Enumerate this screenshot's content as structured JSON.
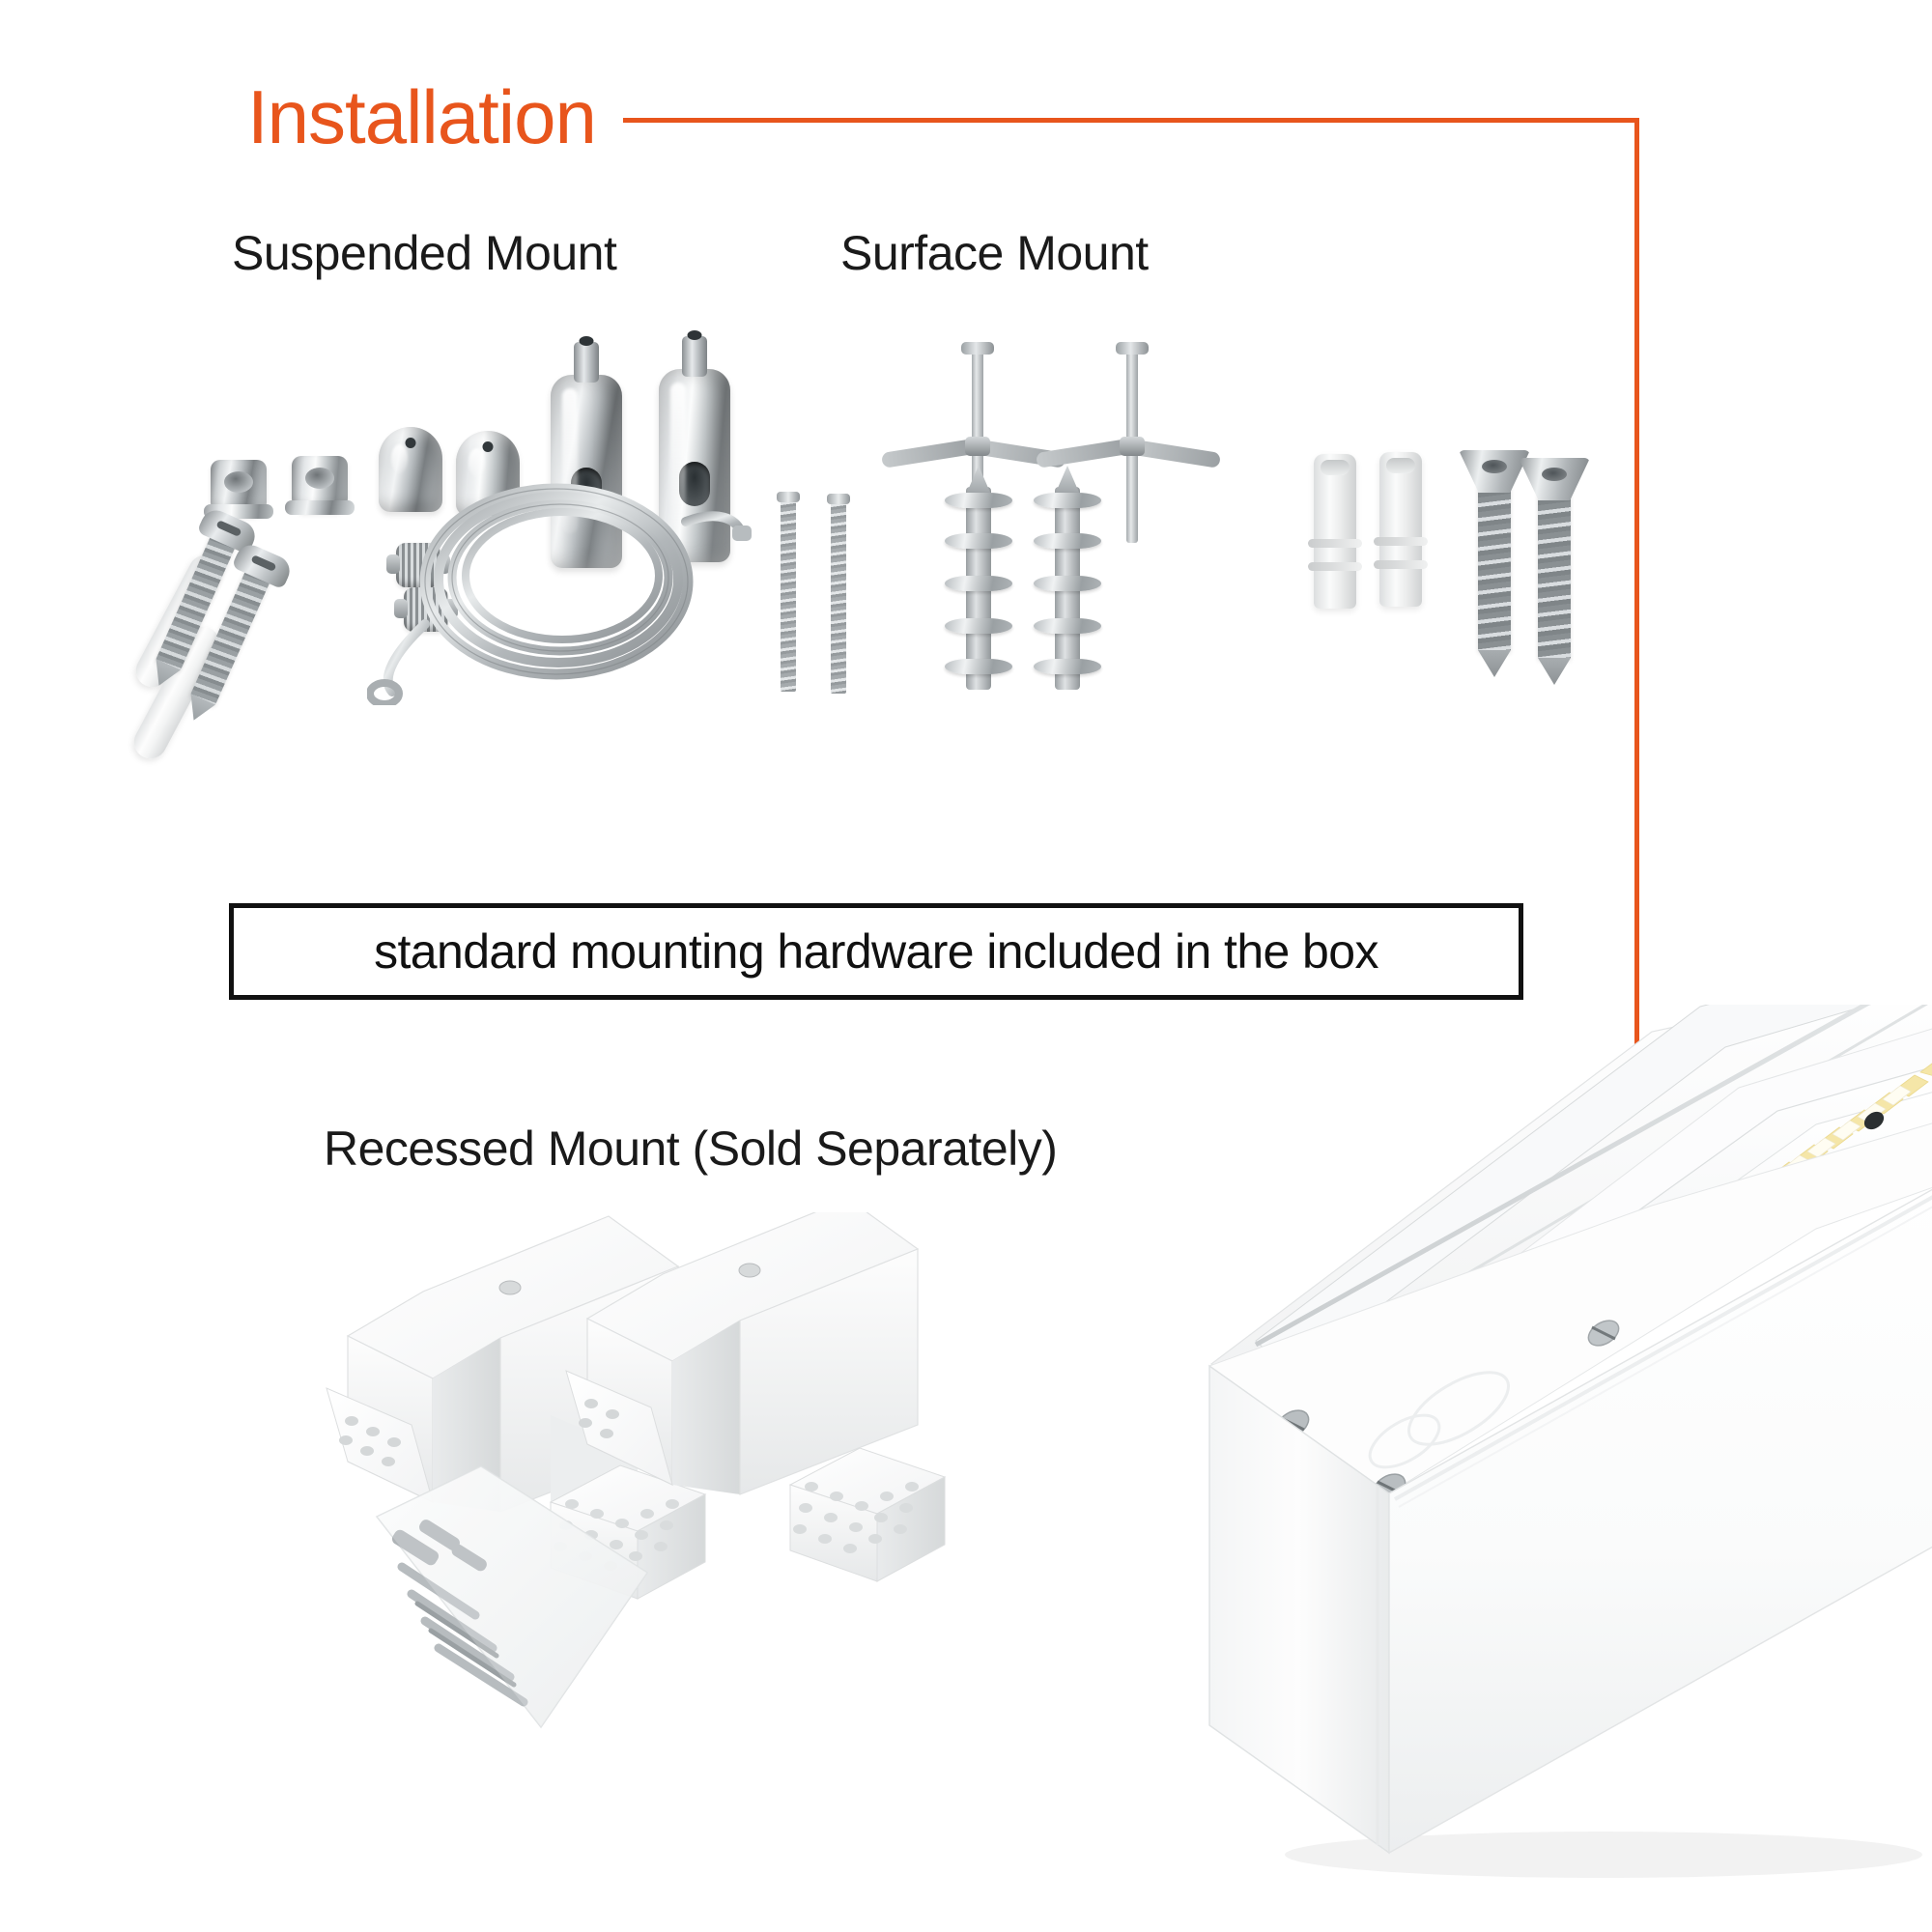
{
  "page": {
    "title": "Installation",
    "background": "#ffffff",
    "accent_color": "#E8551C",
    "dot_color": "#F25C05",
    "text_color": "#111111"
  },
  "sections": {
    "suspended": {
      "label": "Suspended Mount"
    },
    "surface": {
      "label": "Surface Mount"
    },
    "recessed": {
      "label": "Recessed Mount (Sold Separately)"
    }
  },
  "caption": {
    "text": "standard mounting hardware included in the box",
    "border_color": "#111111"
  },
  "leader": {
    "name": "callout-line",
    "color": "#E8551C",
    "endpoint_label": "LED linear fixture"
  },
  "hardware": {
    "suspended_items": [
      "threaded-nut",
      "threaded-nut-flanged",
      "dome-cap",
      "dome-cap",
      "cable-gripper",
      "cable-gripper",
      "white-plastic-anchor",
      "white-plastic-anchor",
      "knurled-set-screw",
      "knurled-set-screw",
      "pan-head-screw",
      "pan-head-screw",
      "steel-suspension-cable-coil"
    ],
    "surface_items": [
      "toggle-bolt",
      "toggle-bolt",
      "plastic-wall-anchor",
      "plastic-wall-anchor",
      "flat-head-screw",
      "flat-head-screw",
      "machine-screw",
      "machine-screw",
      "coarse-drywall-anchor",
      "coarse-drywall-anchor"
    ],
    "recessed_items": [
      "u-channel-mounting-bracket",
      "u-channel-mounting-bracket",
      "hardware-bag"
    ]
  },
  "product": {
    "name": "led-linear-fixture",
    "housing_color": "#ffffff",
    "led_color": "#F5E6A8",
    "parts": [
      "lens-channel",
      "led-strip",
      "wire-connector",
      "housing-screw",
      "end-cap"
    ]
  }
}
